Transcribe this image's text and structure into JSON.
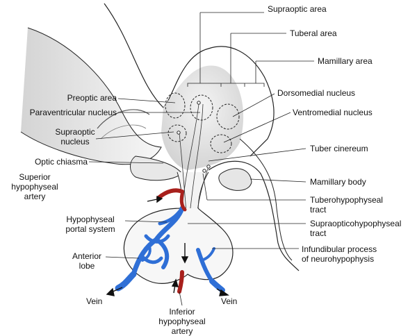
{
  "labels": {
    "supraoptic_area": "Supraoptic area",
    "tuberal_area": "Tuberal area",
    "mamillary_area": "Mamillary area",
    "dorsomedial_nucleus": "Dorsomedial nucleus",
    "ventromedial_nucleus": "Ventromedial nucleus",
    "preoptic_area": "Preoptic area",
    "paraventricular_nucleus": "Paraventricular nucleus",
    "supraoptic_nucleus_1": "Supraoptic",
    "supraoptic_nucleus_2": "nucleus",
    "optic_chiasma": "Optic chiasma",
    "tuber_cinereum": "Tuber cinereum",
    "superior_hypophyseal_1": "Superior",
    "superior_hypophyseal_2": "hypophyseal",
    "superior_hypophyseal_3": "artery",
    "mamillary_body": "Mamillary body",
    "tuberohypophyseal_1": "Tuberohypophyseal",
    "tuberohypophyseal_2": "tract",
    "hypophyseal_portal_1": "Hypophyseal",
    "hypophyseal_portal_2": "portal system",
    "supraopticohypophyseal_1": "Supraopticohypophyseal",
    "supraopticohypophyseal_2": "tract",
    "anterior_lobe_1": "Anterior",
    "anterior_lobe_2": "lobe",
    "infundibular_1": "Infundibular process",
    "infundibular_2": "of neurohypophysis",
    "vein_left": "Vein",
    "vein_right": "Vein",
    "inferior_hypophyseal_1": "Inferior",
    "inferior_hypophyseal_2": "hypophyseal",
    "inferior_hypophyseal_3": "artery"
  },
  "colors": {
    "vessel_blue": "#2f6fd6",
    "artery_red": "#a8201c",
    "outline": "#222222",
    "shading": "#d9d9d9"
  }
}
